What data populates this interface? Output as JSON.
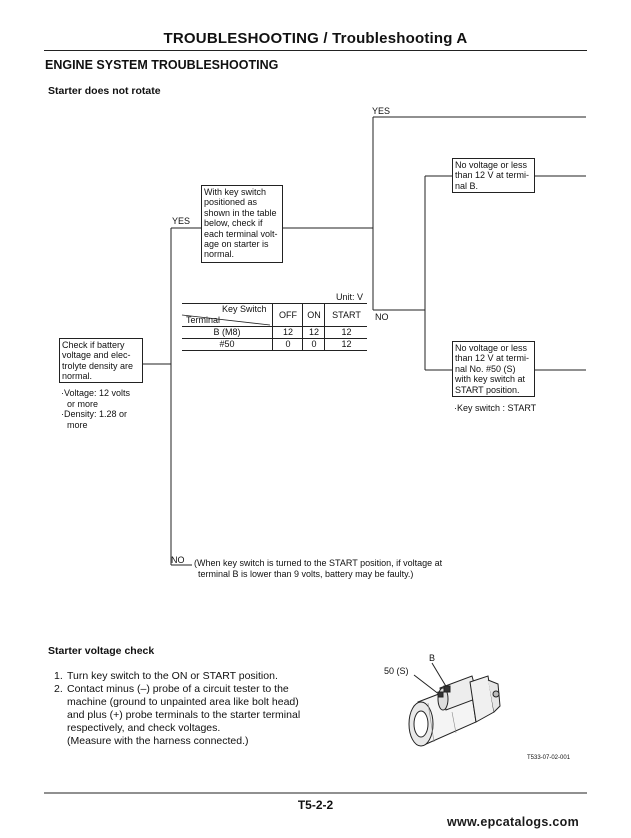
{
  "header": {
    "title": "TROUBLESHOOTING / Troubleshooting A"
  },
  "section": {
    "title": "ENGINE SYSTEM TROUBLESHOOTING"
  },
  "flow": {
    "subtitle": "Starter does not rotate",
    "label_yes_top": "YES",
    "label_yes_mid": "YES",
    "label_no_mid": "NO",
    "label_no_bottom": "NO",
    "box_battery": [
      "Check if battery",
      "voltage and elec-",
      "trolyte density are",
      "normal."
    ],
    "battery_notes": [
      "·Voltage: 12 volts",
      "or more",
      "·Density: 1.28 or",
      "more"
    ],
    "box_keyswitch": [
      "With key switch",
      "positioned as",
      "shown in the table",
      "below, check if",
      "each terminal volt-",
      "age on starter is",
      "normal."
    ],
    "box_noB": [
      "No voltage or less",
      "than 12 V at termi-",
      "nal B."
    ],
    "box_no50": [
      "No voltage or less",
      "than 12 V at termi-",
      "nal No. #50 (S)",
      "with key switch at",
      "START position."
    ],
    "keyswitch_note": "·Key switch : START",
    "bottom_note": [
      "(When key switch is turned to the START position, if voltage at",
      "terminal B is lower than 9 volts, battery may be faulty.)"
    ]
  },
  "voltage_table": {
    "unit": "Unit: V",
    "corner_top": "Key Switch",
    "corner_bottom": "Terminal",
    "columns": [
      "OFF",
      "ON",
      "START"
    ],
    "rows": [
      {
        "terminal": "B (M8)",
        "values": [
          "12",
          "12",
          "12"
        ]
      },
      {
        "terminal": "#50",
        "values": [
          "0",
          "0",
          "12"
        ]
      }
    ]
  },
  "voltage_check": {
    "title": "Starter voltage check",
    "steps": [
      {
        "num": "1.",
        "lines": [
          "Turn key switch to the ON or START position."
        ]
      },
      {
        "num": "2.",
        "lines": [
          "Contact minus (–) probe of a circuit tester to the",
          "machine (ground to unpainted area like bolt head)",
          "and plus (+) probe terminals to the starter terminal",
          "respectively, and check voltages.",
          "(Measure with the harness connected.)"
        ]
      }
    ]
  },
  "figure": {
    "label_B": "B",
    "label_50": "50 (S)",
    "code": "T533-07-02-001"
  },
  "footer": {
    "page": "T5-2-2",
    "watermark": "www.epcatalogs.com"
  }
}
